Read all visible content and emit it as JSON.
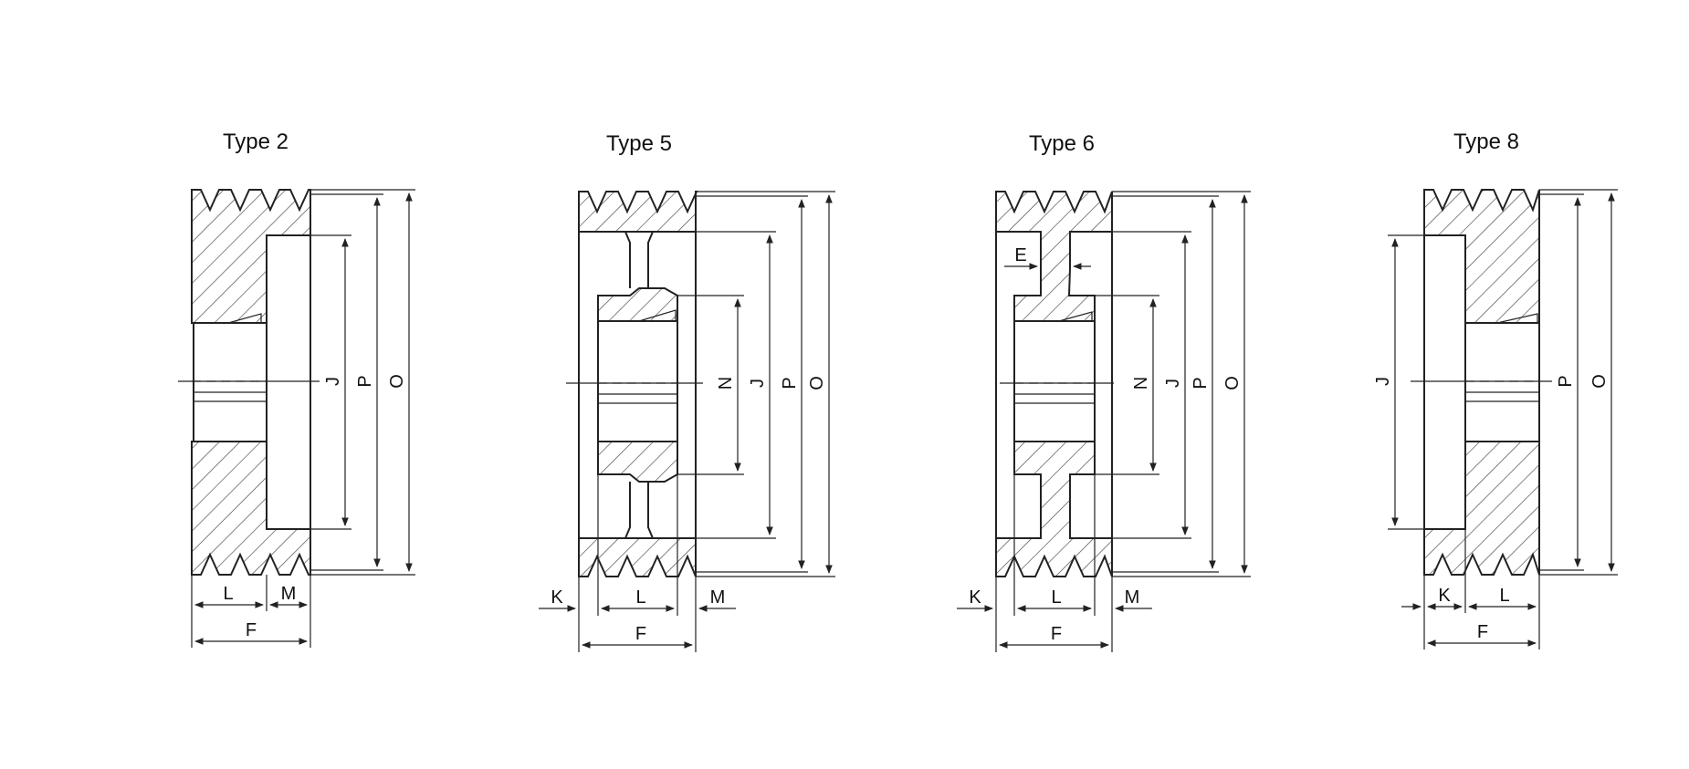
{
  "types": [
    {
      "title": "Type 2",
      "labels": {
        "L": "L",
        "M": "M",
        "F": "F",
        "J": "J",
        "P": "P",
        "O": "O"
      }
    },
    {
      "title": "Type 5",
      "labels": {
        "K": "K",
        "L": "L",
        "M": "M",
        "F": "F",
        "N": "N",
        "J": "J",
        "P": "P",
        "O": "O"
      }
    },
    {
      "title": "Type 6",
      "labels": {
        "E": "E",
        "K": "K",
        "L": "L",
        "M": "M",
        "F": "F",
        "N": "N",
        "J": "J",
        "P": "P",
        "O": "O"
      }
    },
    {
      "title": "Type 8",
      "labels": {
        "K": "K",
        "L": "L",
        "F": "F",
        "J": "J",
        "P": "P",
        "O": "O"
      }
    }
  ]
}
